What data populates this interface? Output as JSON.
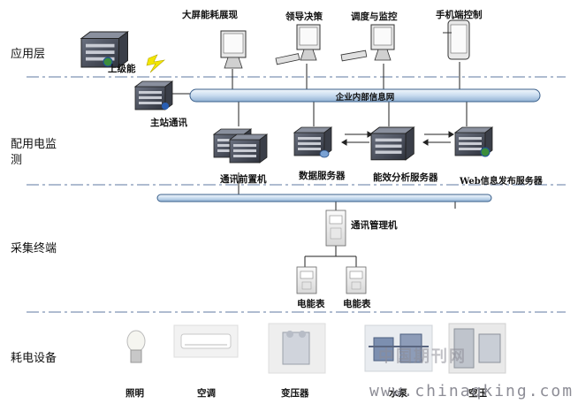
{
  "layers": {
    "application": "应用层",
    "distribution": "配用电监测",
    "collection": "采集终端",
    "equipment": "耗电设备"
  },
  "app_nodes": {
    "big_screen": "大屏能耗展现",
    "leadership": "领导决策",
    "dispatch": "调度与监控",
    "mobile": "手机端控制"
  },
  "upper_level": "上级能",
  "intranet": "企业内部信息网",
  "main_station": "主站通讯",
  "servers": {
    "comm_front": "通讯前置机",
    "data": "数据服务器",
    "analysis": "能效分析服务器",
    "web": "Web信息发布服务器"
  },
  "collector": "通讯管理机",
  "meters": [
    "电能表",
    "电能表"
  ],
  "equipment": [
    "照明",
    "空调",
    "变压器",
    "水泵",
    "空压"
  ],
  "watermark": {
    "site": "www.chinaqking.com",
    "journal": "中国期刊网"
  },
  "colors": {
    "bus": "#d6e6f5",
    "bus_border": "#3a5f8a",
    "divider": "#8aa0c0",
    "server": "#4a5060",
    "server_face": "#c9ccd4"
  }
}
